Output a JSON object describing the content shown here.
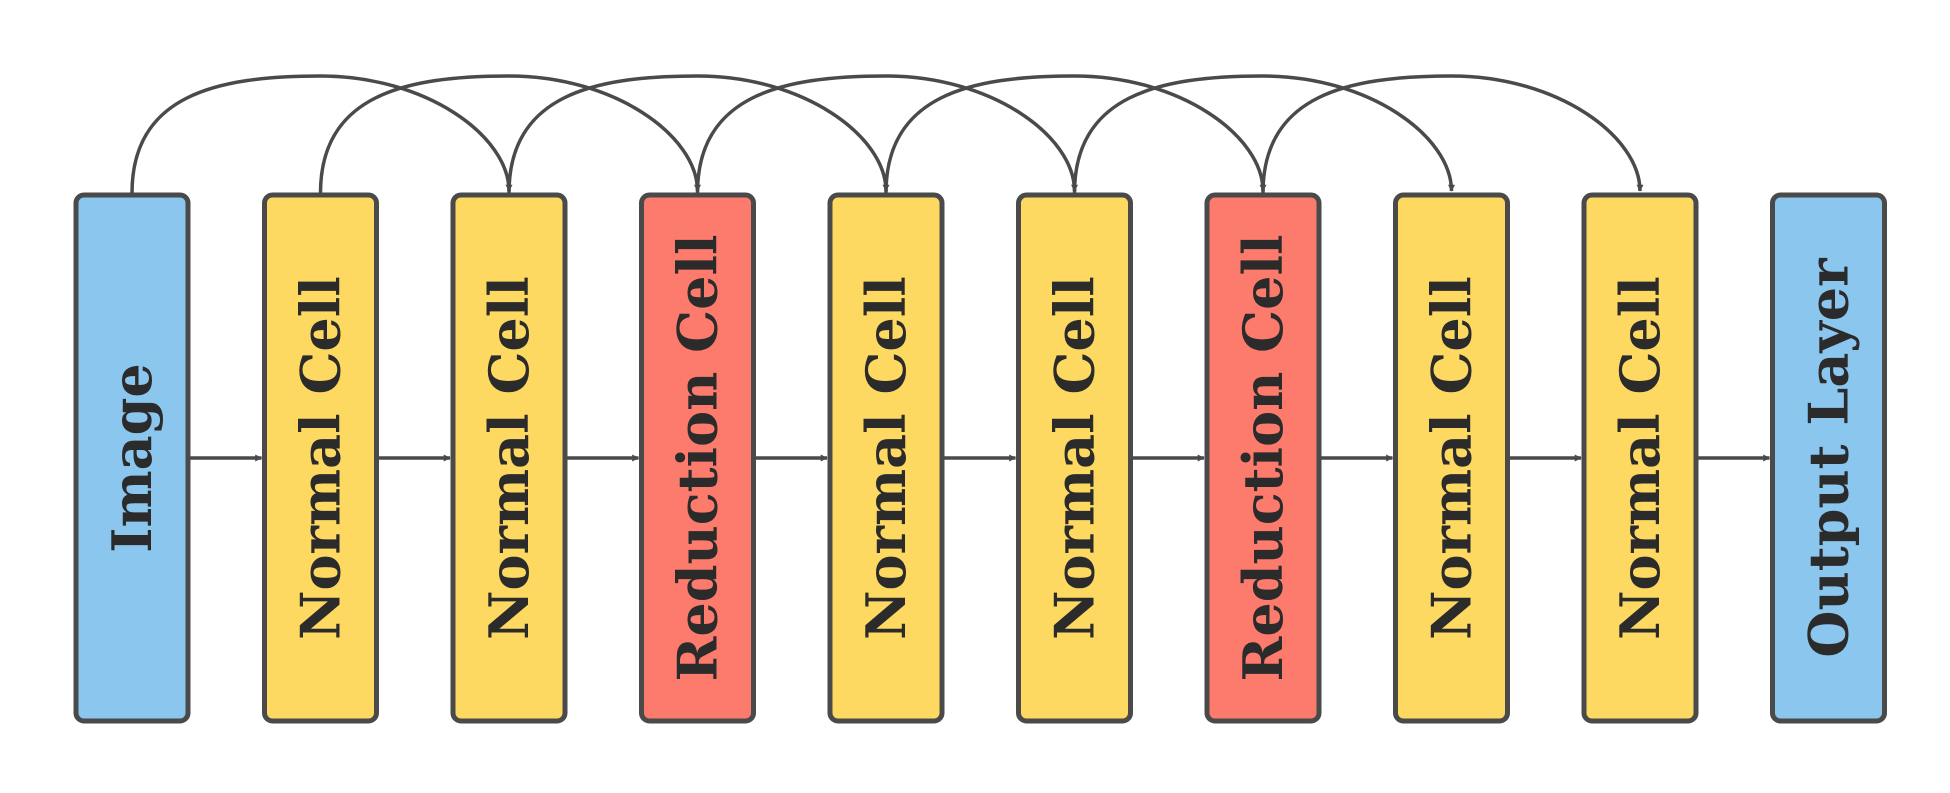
{
  "diagram": {
    "nodes": [
      {
        "label": "Image",
        "kind": "input"
      },
      {
        "label": "Normal Cell",
        "kind": "normal"
      },
      {
        "label": "Normal Cell",
        "kind": "normal"
      },
      {
        "label": "Reduction Cell",
        "kind": "reduction"
      },
      {
        "label": "Normal Cell",
        "kind": "normal"
      },
      {
        "label": "Normal Cell",
        "kind": "normal"
      },
      {
        "label": "Reduction Cell",
        "kind": "reduction"
      },
      {
        "label": "Normal Cell",
        "kind": "normal"
      },
      {
        "label": "Normal Cell",
        "kind": "normal"
      },
      {
        "label": "Output Layer",
        "kind": "output"
      }
    ],
    "edges_sequential": [
      [
        0,
        1
      ],
      [
        1,
        2
      ],
      [
        2,
        3
      ],
      [
        3,
        4
      ],
      [
        4,
        5
      ],
      [
        5,
        6
      ],
      [
        6,
        7
      ],
      [
        7,
        8
      ],
      [
        8,
        9
      ]
    ],
    "edges_skip": [
      [
        0,
        2
      ],
      [
        1,
        3
      ],
      [
        2,
        4
      ],
      [
        3,
        5
      ],
      [
        4,
        6
      ],
      [
        5,
        7
      ],
      [
        6,
        8
      ]
    ],
    "colors": {
      "input": "#8ac6ee",
      "normal": "#fdd962",
      "reduction": "#fc7b6c",
      "output": "#8ac6ee",
      "stroke": "#4a4a4a"
    }
  }
}
